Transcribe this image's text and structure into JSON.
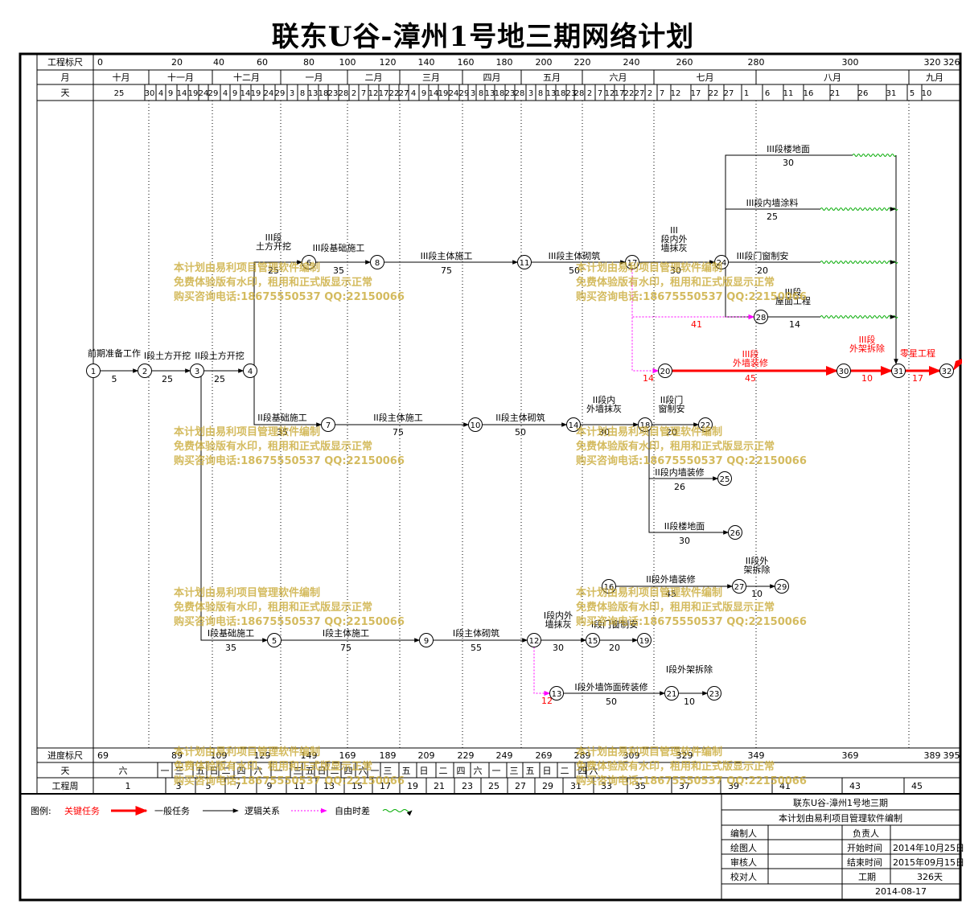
{
  "page_title": "联东U谷-漳州1号地三期网络计划",
  "top_scale": {
    "row_labels": [
      "工程标尺",
      "月",
      "天"
    ],
    "ticks": [
      "0",
      "20",
      "40",
      "60",
      "80",
      "100",
      "120",
      "140",
      "160",
      "180",
      "200",
      "220",
      "240",
      "260",
      "280",
      "300",
      "320",
      "326"
    ],
    "months": [
      "十月",
      "十一月",
      "十二月",
      "一月",
      "二月",
      "三月",
      "四月",
      "五月",
      "六月",
      "七月",
      "八月",
      "九月"
    ],
    "days": [
      "25",
      "30",
      "4",
      "9",
      "14",
      "19",
      "24",
      "29",
      "4",
      "9",
      "14",
      "19",
      "24",
      "29",
      "3",
      "8",
      "13",
      "18",
      "23",
      "28",
      "2",
      "7",
      "12",
      "17",
      "22",
      "27",
      "4",
      "9",
      "14",
      "19",
      "24",
      "29",
      "3",
      "8",
      "13",
      "18",
      "23",
      "28",
      "3",
      "8",
      "13",
      "18",
      "23",
      "28",
      "2",
      "7",
      "12",
      "17",
      "22",
      "27",
      "2",
      "7",
      "12",
      "17",
      "22",
      "27",
      "1",
      "6",
      "11",
      "16",
      "21",
      "26",
      "31",
      "5",
      "10"
    ]
  },
  "bottom_scale": {
    "row_labels": [
      "进度标尺",
      "天",
      "工程周"
    ],
    "ticks": [
      "69",
      "89",
      "109",
      "129",
      "149",
      "169",
      "189",
      "209",
      "229",
      "249",
      "269",
      "289",
      "309",
      "329",
      "349",
      "369",
      "389",
      "395"
    ],
    "weekdays": [
      "六",
      "一",
      "三",
      "五",
      "日",
      "二",
      "四",
      "六",
      "一",
      "三",
      "五",
      "日",
      "二",
      "四",
      "六",
      "一",
      "三",
      "五",
      "日",
      "二",
      "四",
      "六",
      "一",
      "三",
      "五",
      "日",
      "二",
      "四",
      "六"
    ],
    "weeks": [
      "1",
      "3",
      "5",
      "7",
      "9",
      "11",
      "13",
      "15",
      "17",
      "19",
      "21",
      "23",
      "25",
      "27",
      "29",
      "31",
      "33",
      "35",
      "37",
      "39",
      "41",
      "43",
      "45"
    ]
  },
  "nodes": [
    "1",
    "2",
    "3",
    "4",
    "5",
    "6",
    "7",
    "8",
    "9",
    "10",
    "11",
    "12",
    "13",
    "14",
    "15",
    "16",
    "17",
    "18",
    "19",
    "20",
    "21",
    "22",
    "23",
    "24",
    "25",
    "26",
    "27",
    "28",
    "29",
    "30",
    "31",
    "32"
  ],
  "tasks": [
    {
      "from": "1",
      "to": "2",
      "name": "前期准备工作",
      "duration": "5",
      "kind": "normal"
    },
    {
      "from": "2",
      "to": "3",
      "name": "I段土方开挖",
      "duration": "25",
      "kind": "normal"
    },
    {
      "from": "3",
      "to": "4",
      "name": "II段土方开挖",
      "duration": "25",
      "kind": "normal"
    },
    {
      "from": "4",
      "to": "6",
      "name": "III段土方开挖",
      "duration": "25",
      "kind": "normal"
    },
    {
      "from": "6",
      "to": "8",
      "name": "III段基础施工",
      "duration": "35",
      "kind": "normal"
    },
    {
      "from": "8",
      "to": "11",
      "name": "III段主体施工",
      "duration": "75",
      "kind": "normal"
    },
    {
      "from": "11",
      "to": "17",
      "name": "III段主体砌筑",
      "duration": "50",
      "kind": "normal"
    },
    {
      "from": "17",
      "to": "24",
      "name": "III段内外墙抹灰",
      "duration": "30",
      "kind": "normal"
    },
    {
      "from": "24",
      "to": "31",
      "name": "III段楼地面",
      "duration": "30",
      "kind": "normal"
    },
    {
      "from": "24",
      "to": "31",
      "name": "III段内墙涂料",
      "duration": "25",
      "kind": "normal"
    },
    {
      "from": "24",
      "to": "31",
      "name": "III段门窗制安",
      "duration": "20",
      "kind": "normal"
    },
    {
      "from": "24",
      "to": "28",
      "name": "III段屋面工程",
      "duration": "14",
      "kind": "normal"
    },
    {
      "from": "17",
      "to": "28",
      "name": "",
      "duration": "41",
      "kind": "free"
    },
    {
      "from": "17",
      "to": "20",
      "name": "",
      "duration": "14",
      "kind": "free"
    },
    {
      "from": "20",
      "to": "30",
      "name": "III段外墙装修",
      "duration": "45",
      "kind": "critical"
    },
    {
      "from": "30",
      "to": "31",
      "name": "III段外架拆除",
      "duration": "10",
      "kind": "critical"
    },
    {
      "from": "31",
      "to": "32",
      "name": "零星工程",
      "duration": "17",
      "kind": "critical"
    },
    {
      "from": "4",
      "to": "7",
      "name": "II段基础施工",
      "duration": "35",
      "kind": "normal"
    },
    {
      "from": "7",
      "to": "10",
      "name": "II段主体施工",
      "duration": "75",
      "kind": "normal"
    },
    {
      "from": "10",
      "to": "14",
      "name": "II段主体砌筑",
      "duration": "50",
      "kind": "normal"
    },
    {
      "from": "14",
      "to": "18",
      "name": "II段内外墙抹灰",
      "duration": "30",
      "kind": "normal"
    },
    {
      "from": "18",
      "to": "22",
      "name": "II段门窗制安",
      "duration": "20",
      "kind": "normal"
    },
    {
      "from": "18",
      "to": "25",
      "name": "II段内墙装修",
      "duration": "26",
      "kind": "normal"
    },
    {
      "from": "18",
      "to": "26",
      "name": "II段楼地面",
      "duration": "30",
      "kind": "normal"
    },
    {
      "from": "16",
      "to": "27",
      "name": "II段外墙装修",
      "duration": "45",
      "kind": "normal"
    },
    {
      "from": "27",
      "to": "29",
      "name": "II段外架拆除",
      "duration": "10",
      "kind": "normal"
    },
    {
      "from": "3",
      "to": "5",
      "name": "I段基础施工",
      "duration": "35",
      "kind": "normal"
    },
    {
      "from": "5",
      "to": "9",
      "name": "I段主体施工",
      "duration": "75",
      "kind": "normal"
    },
    {
      "from": "9",
      "to": "12",
      "name": "I段主体砌筑",
      "duration": "55",
      "kind": "normal"
    },
    {
      "from": "12",
      "to": "15",
      "name": "I段内外墙抹灰",
      "duration": "30",
      "kind": "normal"
    },
    {
      "from": "15",
      "to": "19",
      "name": "I段门窗制安",
      "duration": "20",
      "kind": "normal"
    },
    {
      "from": "12",
      "to": "13",
      "name": "",
      "duration": "12",
      "kind": "free"
    },
    {
      "from": "13",
      "to": "21",
      "name": "I段外墙饰面砖装修",
      "duration": "50",
      "kind": "normal"
    },
    {
      "from": "21",
      "to": "23",
      "name": "I段外架拆除",
      "duration": "10",
      "kind": "normal"
    }
  ],
  "watermark": [
    "本计划由易利项目管理软件编制",
    "免费体验版有水印，租用和正式版显示正常",
    "购买咨询电话:18675550537 QQ:22150066"
  ],
  "legend": {
    "label": "图例:",
    "items": [
      "关键任务",
      "一般任务",
      "逻辑关系",
      "自由时差"
    ],
    "colors": {
      "critical": "#ff0000",
      "normal": "#000000",
      "logic": "#000000",
      "free": "#ff00ff",
      "float": "#00aa00"
    }
  },
  "info_block": {
    "project": "联东U谷-漳州1号地三期",
    "software": "本计划由易利项目管理软件编制",
    "editor_label": "编制人",
    "owner_label": "负责人",
    "drafter_label": "绘图人",
    "start_label": "开始时间",
    "start_value": "2014年10月25日",
    "reviewer_label": "审核人",
    "end_label": "结束时间",
    "end_value": "2015年09月15日",
    "checker_label": "校对人",
    "duration_label": "工期",
    "duration_value": "326天",
    "date": "2014-08-17"
  }
}
